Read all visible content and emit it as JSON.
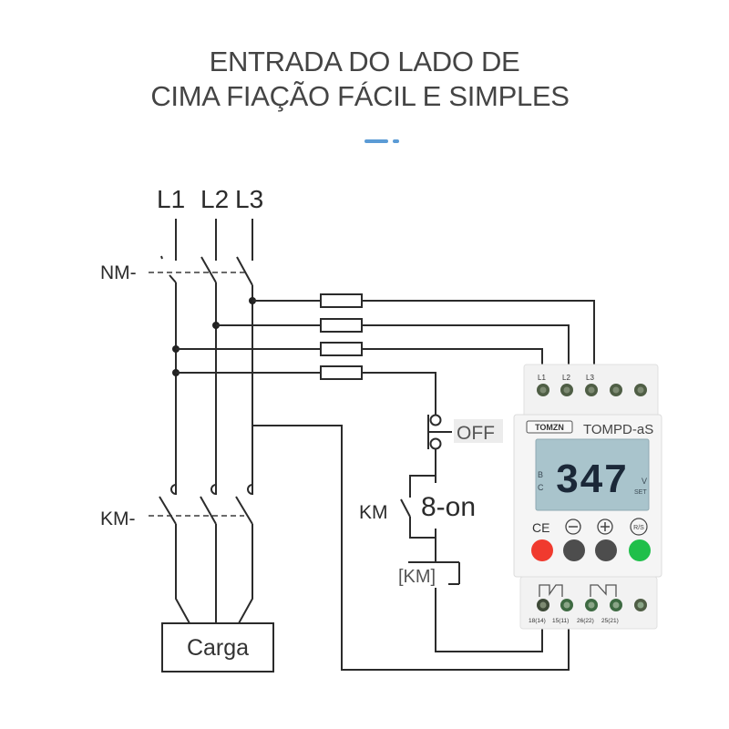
{
  "header": {
    "title_line1": "ENTRADA DO LADO DE",
    "title_line2": "CIMA FIAÇÃO FÁCIL E SIMPLES",
    "accent_color": "#5b9bd5"
  },
  "diagram": {
    "phase_labels": [
      "L1",
      "L2",
      "L3"
    ],
    "breaker_label": "NM-",
    "contactor_label": "KM-",
    "load_label": "Carga",
    "off_button_label": "OFF",
    "aux_contact_label": "KM",
    "note_label": "8-on",
    "coil_label": "[KM]",
    "fuse_count": 4
  },
  "device": {
    "brand": "TOMZN",
    "model": "TOMPD-aS",
    "top_terminal_labels": [
      "L1",
      "L2",
      "L3"
    ],
    "display": {
      "value": "347",
      "left_indicators": [
        "B",
        "C"
      ],
      "unit": "V",
      "mode": "SET",
      "color": "#a9c4cc"
    },
    "certification": "CE",
    "buttons": [
      {
        "symbol": "",
        "name": "power",
        "color": "#f03a2e"
      },
      {
        "symbol": "−",
        "name": "minus",
        "color": "#4d4d4d"
      },
      {
        "symbol": "+",
        "name": "plus",
        "color": "#4d4d4d"
      },
      {
        "symbol": "R/S",
        "name": "run-stop",
        "color": "#1fbf4a"
      }
    ],
    "bottom_terminal_labels": [
      "18(14)",
      "15(11)",
      "26(22)",
      "25(21)"
    ]
  }
}
